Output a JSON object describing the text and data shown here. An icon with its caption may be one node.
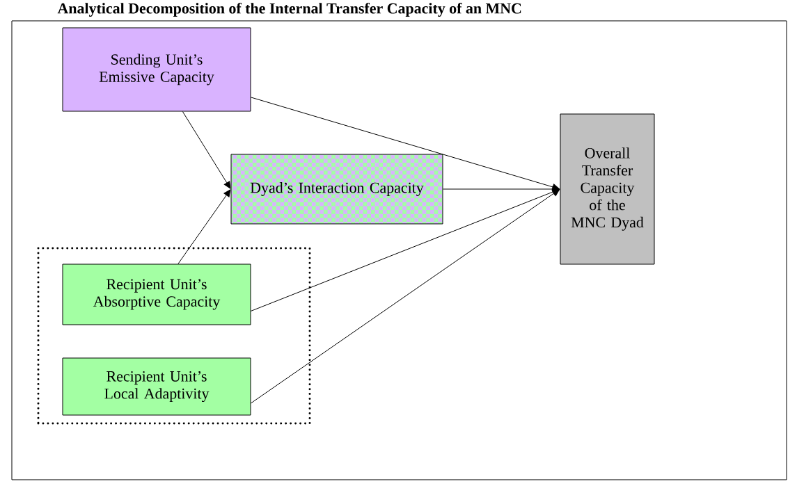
{
  "diagram": {
    "title": "Analytical Decomposition of the Internal Transfer Capacity of an MNC",
    "nodes": [
      {
        "text": [
          "Sending Unit’s Emissive Capacity"
        ]
      },
      {
        "text": [
          "Dyad’s Interaction Capacity"
        ]
      },
      {
        "text": [
          "Overall Transfer Capacity of the MNC Dyad"
        ]
      },
      {
        "text": [],
        "shape": "box"
      },
      {
        "text": [
          "Recipient Unit’s Absorptive Capacity"
        ],
        "in": 3
      },
      {
        "text": [
          "Recipient Unit’s Local Adaptivity"
        ],
        "in": 3
      }
    ],
    "edges": [
      {
        "from": 0,
        "to": 2,
        "arrow": "to"
      },
      {
        "from": 0,
        "to": 1,
        "arrow": "to"
      },
      {
        "from": 4,
        "to": 1,
        "arrow": "to"
      },
      {
        "from": 1,
        "to": 2,
        "arrow": "to"
      },
      {
        "from": 4,
        "to": 2,
        "arrow": "to"
      },
      {
        "from": 5,
        "to": 2,
        "arrow": "to"
      }
    ]
  }
}
